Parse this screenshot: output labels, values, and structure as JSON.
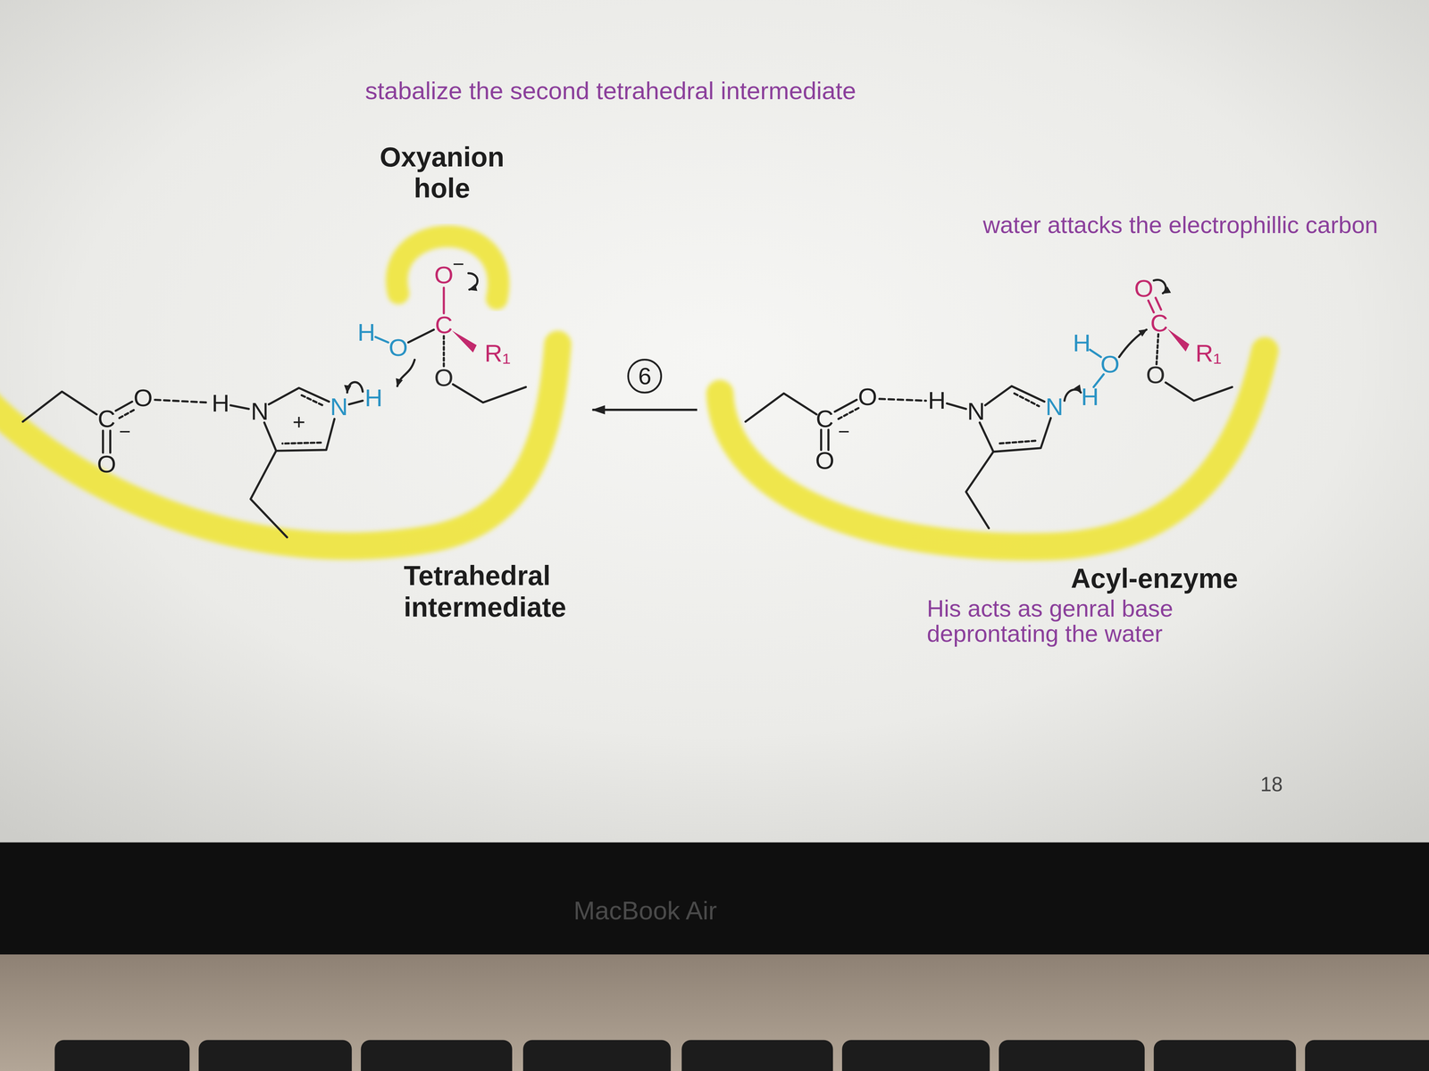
{
  "diagram": {
    "nodes": [
      {
        "text": [
          "Oxyanion hole"
        ]
      },
      {
        "text": [
          "Tetrahedral intermediate"
        ]
      },
      {
        "text": [
          "Acyl-enzyme"
        ]
      }
    ],
    "edges": [
      {
        "from": 2,
        "to": 1,
        "arrow": "to",
        "label": "6"
      }
    ],
    "labels": [
      "stabalize the second tetrahedral intermediate",
      "water attacks the electrophillic carbon",
      "O",
      "C",
      "−",
      "O",
      "H",
      "N",
      "+",
      "N",
      "H",
      "H",
      "O",
      "O",
      "−",
      "C",
      "R₁",
      "O",
      "O",
      "C",
      "−",
      "O",
      "H",
      "N",
      "N",
      "H",
      "O",
      "H",
      "O",
      "C",
      "R₁",
      "O",
      "His acts as genral base deprontating the water",
      "18",
      "MacBook Air"
    ]
  }
}
